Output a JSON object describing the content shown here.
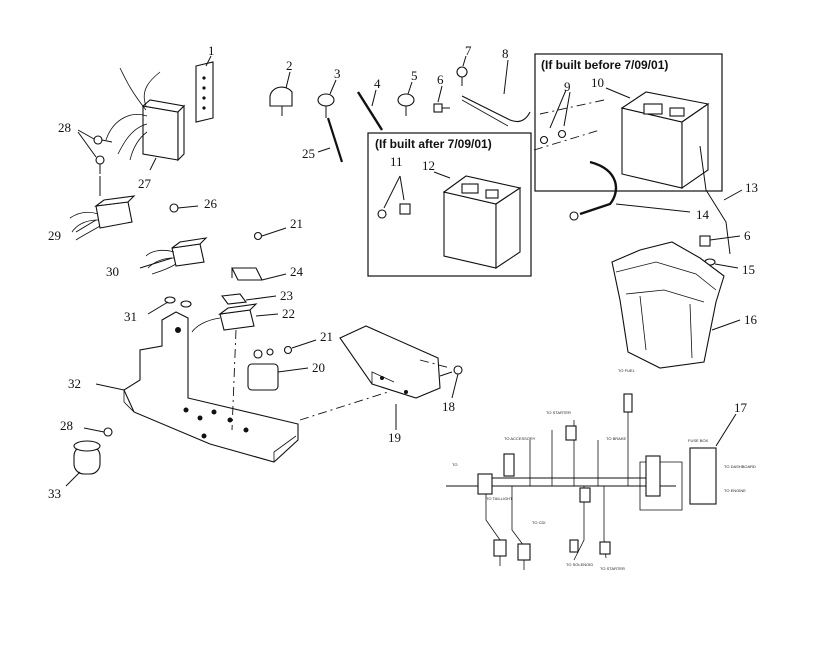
{
  "boxes": {
    "before": {
      "caption": "(If built before 7/09/01)"
    },
    "after": {
      "caption": "(If built after 7/09/01)"
    }
  },
  "callouts": [
    "1",
    "2",
    "3",
    "4",
    "5",
    "6",
    "7",
    "8",
    "9",
    "10",
    "11",
    "12",
    "13",
    "14",
    "15",
    "16",
    "17",
    "18",
    "19",
    "20",
    "21",
    "22",
    "23",
    "24",
    "25",
    "26",
    "27",
    "28",
    "29",
    "30",
    "31",
    "32",
    "33"
  ],
  "callout_extra": {
    "num6b": "6",
    "num21b": "21",
    "num28b": "28"
  }
}
